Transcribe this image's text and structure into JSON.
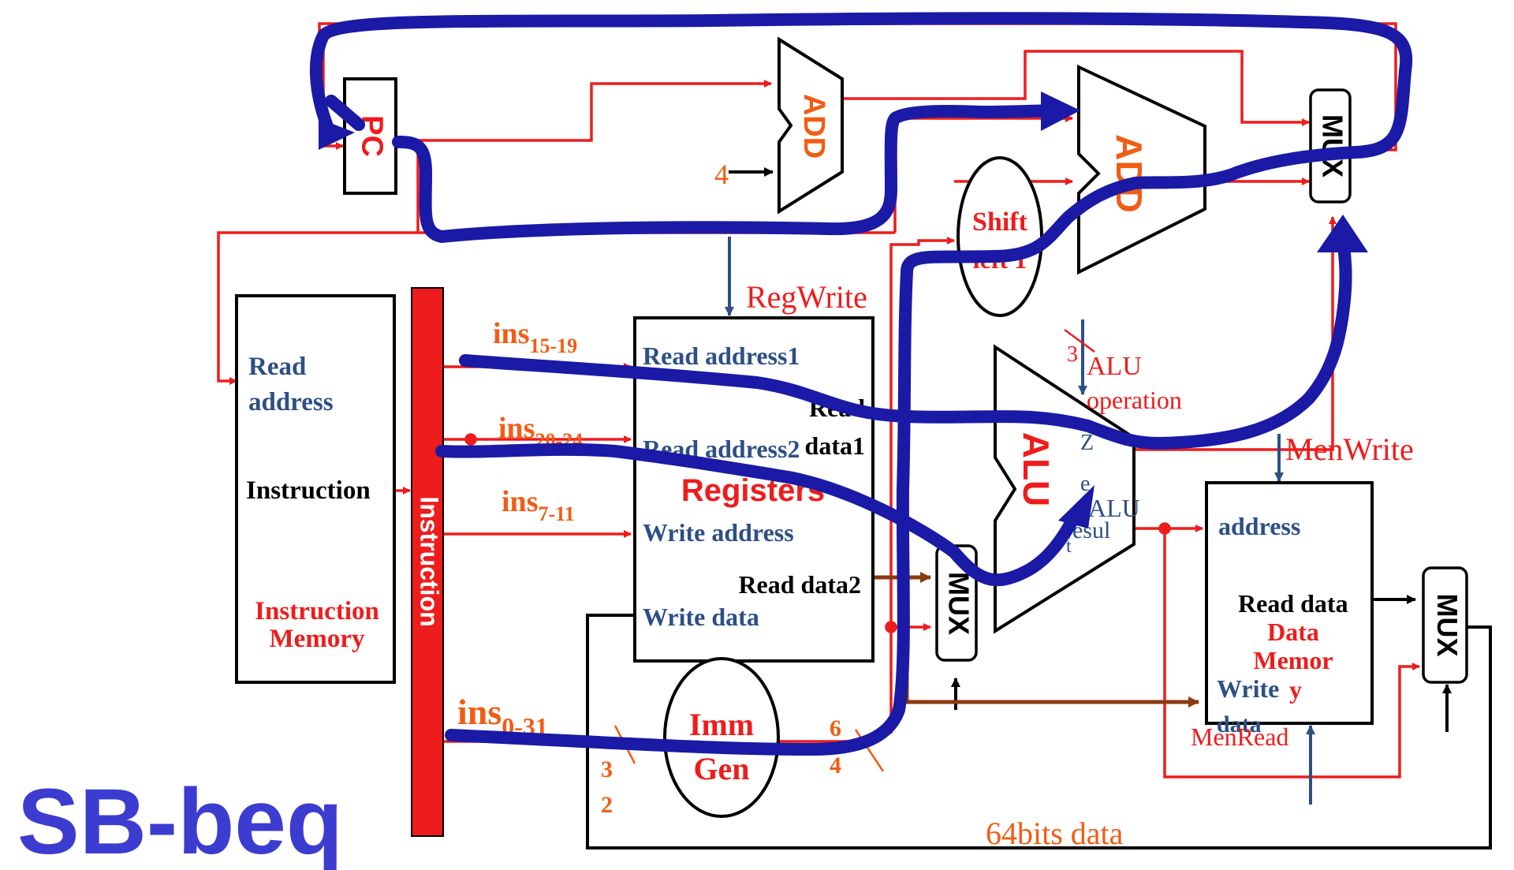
{
  "title": "SB-beq",
  "colors": {
    "red": "#ee1c1c",
    "blue_path": "#1a1aa6",
    "navy_text": "#2d4f86",
    "orange": "#f25c14",
    "brown": "#8b3a0e",
    "title_blue": "#3c3cd0"
  },
  "blocks": {
    "pc": "PC",
    "add1": "ADD",
    "add2": "ADD",
    "mux_top": "MUX",
    "mux_alu": "MUX",
    "mux_mem": "MUX",
    "shift": [
      "Shift",
      "left 1"
    ],
    "alu": "ALU",
    "imm_gen": [
      "Imm",
      "Gen"
    ],
    "instruction_bus": "Instruction"
  },
  "instruction_memory": {
    "read_address": [
      "Read",
      "address"
    ],
    "instruction": "Instruction",
    "title": [
      "Instruction",
      "Memory"
    ]
  },
  "registers": {
    "read_address1": "Read address1",
    "read_address2": "Read address2",
    "title": "Registers",
    "write_address": "Write address",
    "read_data1": [
      "Read",
      "data1"
    ],
    "read_data2": "Read data2",
    "write_data": "Write data"
  },
  "data_memory": {
    "address": "address",
    "read_data": "Read data",
    "title": [
      "Data",
      "Memor",
      "y"
    ],
    "write_data": [
      "Write",
      "data"
    ]
  },
  "signals": {
    "four": "4",
    "regwrite": "RegWrite",
    "alu_op_bits": "3",
    "alu_operation": [
      "ALU",
      "operation"
    ],
    "zero": [
      "Z",
      "e"
    ],
    "alu_result": [
      "ALU",
      "resul",
      "t"
    ],
    "menwrite": "MenWrite",
    "menread": "MenRead",
    "bus_64": "64bits data",
    "imm_in": [
      "3",
      "2"
    ],
    "imm_out": [
      "6",
      "4"
    ]
  },
  "fields": {
    "f1": [
      "ins",
      "15-19"
    ],
    "f2": [
      "ins",
      "20-24"
    ],
    "f3": [
      "ins",
      "7-11"
    ],
    "f4": [
      "ins",
      "0-31"
    ]
  }
}
